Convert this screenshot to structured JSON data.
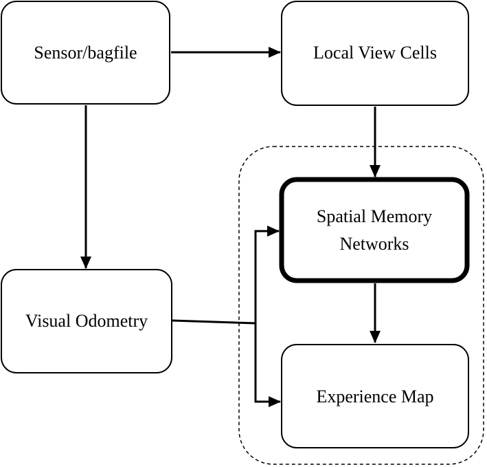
{
  "nodes": {
    "sensor": {
      "label": "Sensor/bagfile"
    },
    "local_view": {
      "label": "Local View Cells"
    },
    "spatial_memory": {
      "line1": "Spatial Memory",
      "line2": "Networks"
    },
    "visual_odometry": {
      "label": "Visual Odometry"
    },
    "experience_map": {
      "label": "Experience Map"
    }
  },
  "colors": {
    "stroke": "#000000",
    "background": "#ffffff",
    "dashed_group": "#000000"
  }
}
